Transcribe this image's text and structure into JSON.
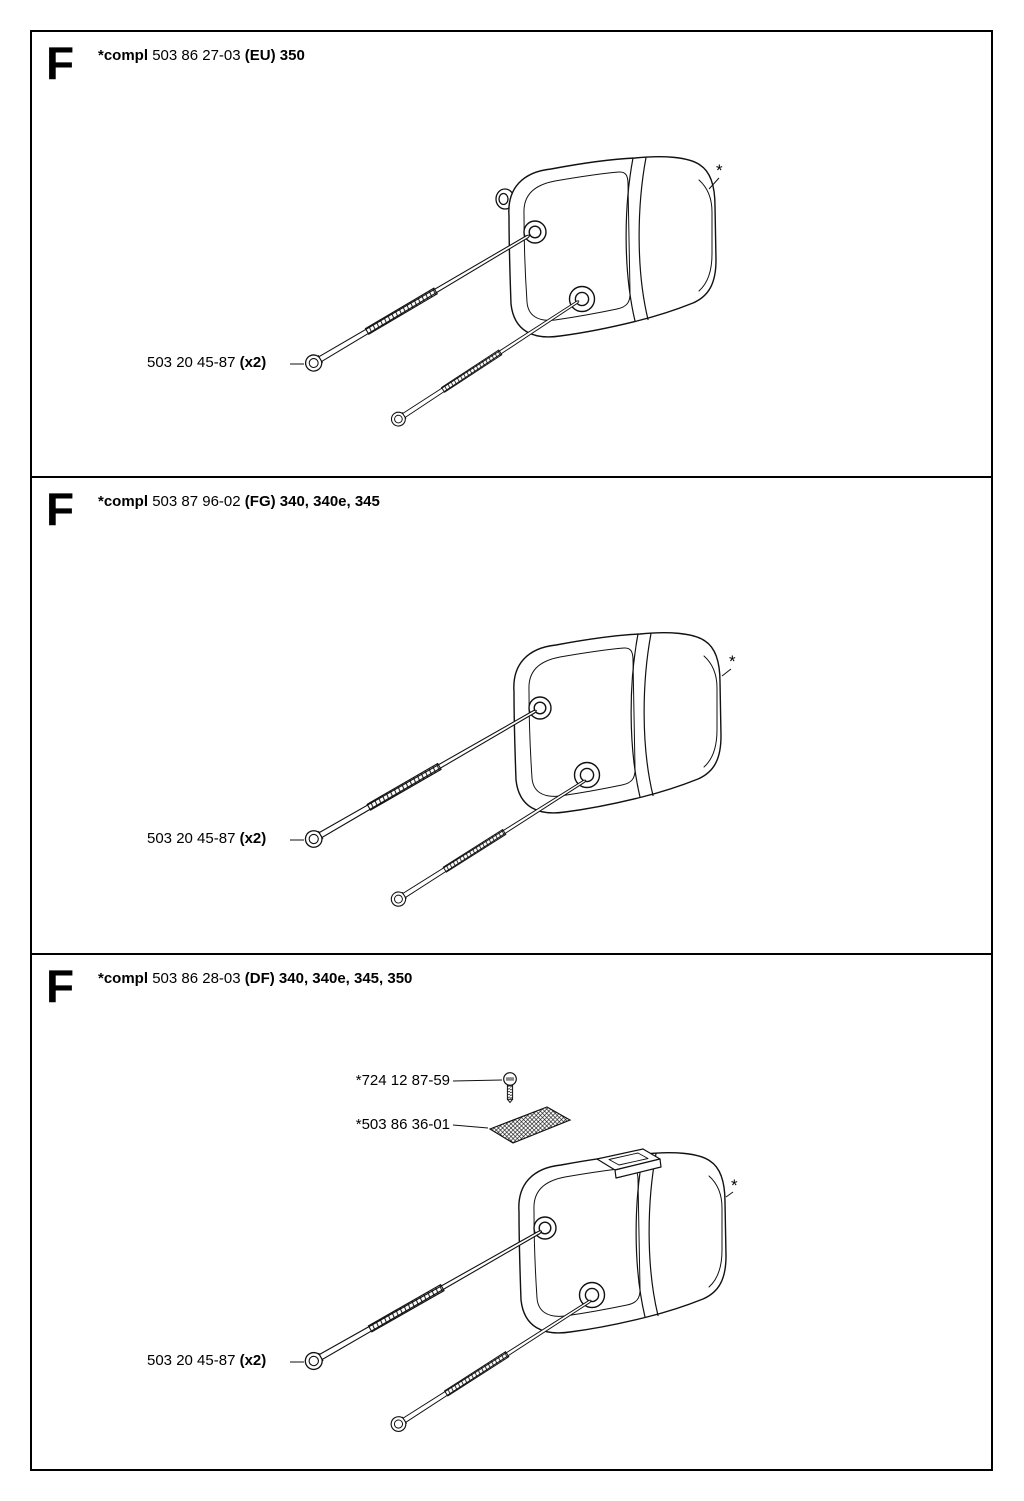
{
  "panels": [
    {
      "section_letter": "F",
      "header": {
        "prefix": "*compl",
        "number": "503 86 27-03",
        "suffix": "(EU) 350"
      },
      "bolt_label": {
        "number": "503 20 45-87",
        "qty": "(x2)"
      },
      "asterisk": "*"
    },
    {
      "section_letter": "F",
      "header": {
        "prefix": "*compl",
        "number": "503 87 96-02",
        "suffix": "(FG) 340, 340e, 345"
      },
      "bolt_label": {
        "number": "503 20 45-87",
        "qty": "(x2)"
      },
      "asterisk": "*"
    },
    {
      "section_letter": "F",
      "header": {
        "prefix": "*compl",
        "number": "503 86 28-03",
        "suffix": "(DF) 340, 340e, 345, 350"
      },
      "bolt_label": {
        "number": "503 20 45-87",
        "qty": "(x2)"
      },
      "asterisk": "*",
      "screw_label": "*724 12 87-59",
      "screen_label": "*503 86 36-01"
    }
  ]
}
